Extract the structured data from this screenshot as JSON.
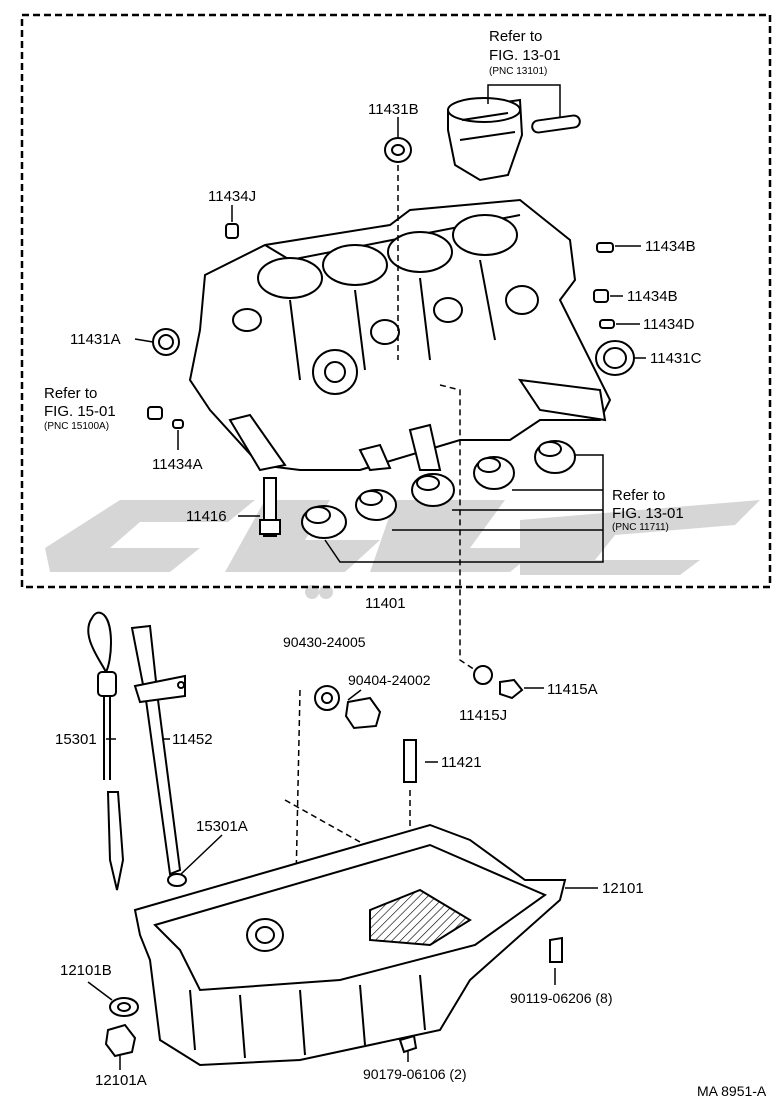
{
  "diagram": {
    "figure_code": "MA 8951-A",
    "parts": {
      "p11431B": "11431B",
      "p11434J": "11434J",
      "p11434B_top": "11434B",
      "p11434B_mid": "11434B",
      "p11434D": "11434D",
      "p11431C": "11431C",
      "p11431A": "11431A",
      "p11434A": "11434A",
      "p11416": "11416",
      "p11401": "11401",
      "p90430": "90430-24005",
      "p90404": "90404-24002",
      "p11415J": "11415J",
      "p11415A": "11415A",
      "p15301": "15301",
      "p11452": "11452",
      "p11421": "11421",
      "p15301A": "15301A",
      "p12101": "12101",
      "p12101B": "12101B",
      "p12101A": "12101A",
      "p90119": "90119-06206 (8)",
      "p90179": "90179-06106 (2)"
    },
    "refs": {
      "piston": {
        "refer": "Refer to",
        "fig": "FIG. 13-01",
        "pnc": "(PNC 13101)"
      },
      "oil": {
        "refer": "Refer to",
        "fig": "FIG. 15-01",
        "pnc": "(PNC 15100A)"
      },
      "bearing": {
        "refer": "Refer to",
        "fig": "FIG. 13-01",
        "pnc": "(PNC 11711)"
      }
    }
  }
}
